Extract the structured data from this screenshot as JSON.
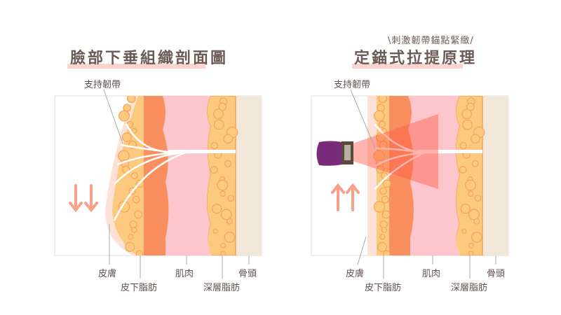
{
  "left": {
    "title": "臉部下垂組織剖面圖",
    "ligament_label": "支持韌帶",
    "arrow_icon": "down-arrows-icon",
    "labels": {
      "skin": "皮膚",
      "subcutaneous_fat": "皮下脂肪",
      "muscle": "肌肉",
      "deep_fat": "深層脂肪",
      "bone": "骨頭"
    }
  },
  "right": {
    "tagline": "\\刺激韌帶錨點緊緻/",
    "title": "定錨式拉提原理",
    "ligament_label": "支持韌帶",
    "arrow_icon": "up-arrows-icon",
    "device_icon": "ultrasound-device-icon",
    "labels": {
      "skin": "皮膚",
      "subcutaneous_fat": "皮下脂肪",
      "muscle": "肌肉",
      "deep_fat": "深層脂肪",
      "bone": "骨頭"
    }
  },
  "colors": {
    "skin": "#fde0d6",
    "fat": "#fdc97e",
    "fat_stroke": "#f5a35a",
    "dermis": "#f98e5e",
    "muscle": "#fcc6cc",
    "bone": "#f2e8d9",
    "arrow": "#f7a08a",
    "highlight": "#fcd3cf",
    "beam": "#ff5a4a",
    "device": "#7a2a7a"
  }
}
